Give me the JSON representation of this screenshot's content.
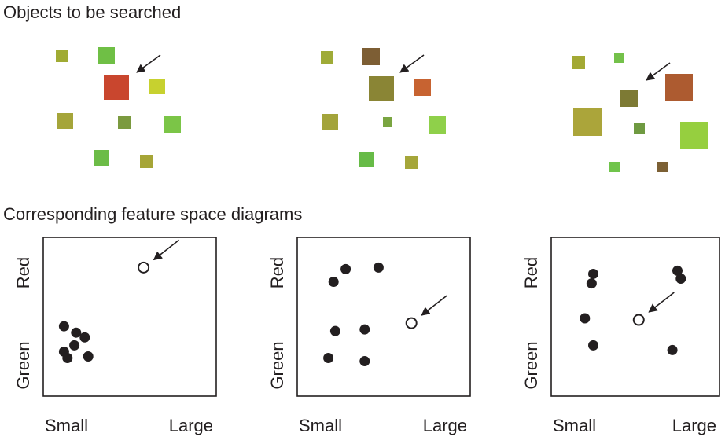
{
  "headings": {
    "objects": "Objects to be searched",
    "feature_space": "Corresponding feature space diagrams"
  },
  "axis_labels": {
    "x_small": "Small",
    "x_large": "Large",
    "y_red": "Red",
    "y_green": "Green"
  },
  "colors": {
    "ink": "#231f20",
    "arrow": "#231f20"
  },
  "panels": [
    {
      "squares": [
        {
          "c": "#a0ab33"
        },
        {
          "c": "#6fbf45"
        },
        {
          "c": "#c9462e"
        },
        {
          "c": "#c7d12f"
        },
        {
          "c": "#a5a53a"
        },
        {
          "c": "#7b9a3f"
        },
        {
          "c": "#7bc547"
        },
        {
          "c": "#6cbc47"
        },
        {
          "c": "#a6a537"
        }
      ],
      "points": [
        {
          "size": 0.12,
          "red": 0.44,
          "target": false
        },
        {
          "size": 0.18,
          "red": 0.32,
          "target": false
        },
        {
          "size": 0.12,
          "red": 0.28,
          "target": false
        },
        {
          "size": 0.14,
          "red": 0.24,
          "target": false
        },
        {
          "size": 0.19,
          "red": 0.4,
          "target": false
        },
        {
          "size": 0.24,
          "red": 0.37,
          "target": false
        },
        {
          "size": 0.26,
          "red": 0.25,
          "target": false
        },
        {
          "size": 0.58,
          "red": 0.81,
          "target": true
        }
      ]
    },
    {
      "squares": [
        {
          "c": "#9fab37"
        },
        {
          "c": "#7d5e34"
        },
        {
          "c": "#8a8535"
        },
        {
          "c": "#c76331"
        },
        {
          "c": "#a3a43b"
        },
        {
          "c": "#7aa541"
        },
        {
          "c": "#8fd04a"
        },
        {
          "c": "#67bb47"
        },
        {
          "c": "#a5a63a"
        }
      ],
      "points": [
        {
          "size": 0.21,
          "red": 0.72,
          "target": false
        },
        {
          "size": 0.28,
          "red": 0.8,
          "target": false
        },
        {
          "size": 0.47,
          "red": 0.81,
          "target": false
        },
        {
          "size": 0.22,
          "red": 0.41,
          "target": false
        },
        {
          "size": 0.39,
          "red": 0.42,
          "target": false
        },
        {
          "size": 0.18,
          "red": 0.24,
          "target": false
        },
        {
          "size": 0.39,
          "red": 0.22,
          "target": false
        },
        {
          "size": 0.66,
          "red": 0.46,
          "target": true
        }
      ]
    },
    {
      "squares": [
        {
          "c": "#a3a934"
        },
        {
          "c": "#74c14a"
        },
        {
          "c": "#ad5b30"
        },
        {
          "c": "#7d7a34"
        },
        {
          "c": "#aba53a"
        },
        {
          "c": "#6f9a41"
        },
        {
          "c": "#96cf3f"
        },
        {
          "c": "#70c44b"
        },
        {
          "c": "#7c6034"
        }
      ],
      "points": [
        {
          "size": 0.25,
          "red": 0.77,
          "target": false
        },
        {
          "size": 0.24,
          "red": 0.71,
          "target": false
        },
        {
          "size": 0.2,
          "red": 0.49,
          "target": false
        },
        {
          "size": 0.25,
          "red": 0.32,
          "target": false
        },
        {
          "size": 0.75,
          "red": 0.79,
          "target": false
        },
        {
          "size": 0.77,
          "red": 0.74,
          "target": false
        },
        {
          "size": 0.72,
          "red": 0.29,
          "target": false
        },
        {
          "size": 0.52,
          "red": 0.48,
          "target": true
        }
      ]
    }
  ]
}
